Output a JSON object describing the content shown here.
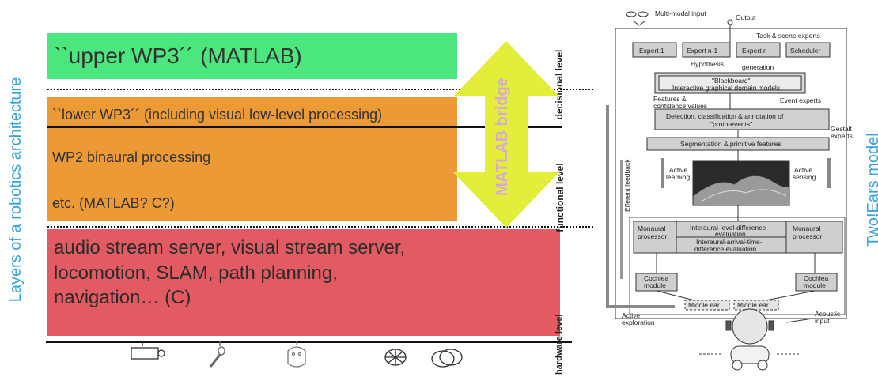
{
  "left_title": "Layers of a robotics architecture",
  "right_title": "Two!Ears model",
  "layers": {
    "upper": "``upper WP3´´   (MATLAB)",
    "lower": "``lower WP3´´ (including visual low-level processing)",
    "wp2": "WP2 binaural processing",
    "etc": "etc.    (MATLAB?   C?)",
    "red_lines": [
      "audio stream server, visual stream server,",
      "locomotion, SLAM, path planning,",
      "navigation…  (C)"
    ]
  },
  "bridge": "MATLAB bridge",
  "levels": {
    "decisional": "decisional level",
    "functional": "functional level",
    "hardware": "hardware level"
  },
  "colors": {
    "title_blue": "#36a3e0",
    "upper_green": "#4ce67e",
    "orange": "#ec9a35",
    "red": "#e35b62",
    "bridge_yellow": "#e2ee3a",
    "bridge_text": "#d8a8d8"
  },
  "hardware_icons": [
    "camera-icon",
    "microphone-icon",
    "robot-head-icon",
    "wheel-icon",
    "disc-icon"
  ],
  "model": {
    "multimodal_input": "Multi-modal input",
    "output": "Output",
    "task_scene": "Task & scene experts",
    "experts": [
      "Expert 1",
      "Expert n-1",
      "Expert n",
      "Scheduler"
    ],
    "hypothesis": "Hypothesis",
    "generation": "generation",
    "blackboard": "\"Blackboard\"",
    "blackboard_sub": "Interactive graphical domain models",
    "features": "Features &",
    "confidence": "confidence values",
    "event_experts": "Event experts",
    "detection": "Detection, classification & annotation of",
    "proto": "\"proto-events\"",
    "gestalt": "Gestalt",
    "gestalt2": "experts",
    "segmentation": "Segmentation & primitive features",
    "efferent": "Efferent feedback",
    "active_learning": "Active",
    "active_learning2": "learning",
    "active_sensing": "Active",
    "active_sensing2": "sensing",
    "monaural_l": "Monaural",
    "monaural_l2": "processor",
    "ild": "Interaural-level-difference",
    "ild2": "evaluation",
    "itd": "Interaural-arrival-time-",
    "itd2": "difference evaluation",
    "monaural_r": "Monaural",
    "monaural_r2": "processor",
    "cochlea_l": "Cochlea",
    "cochlea_l2": "module",
    "cochlea_r": "Cochlea",
    "cochlea_r2": "module",
    "middle_ear_l": "Middle ear",
    "middle_ear_r": "Middle ear",
    "active_exploration": "Active",
    "active_exploration2": "exploration",
    "acoustic": "Acoustic",
    "acoustic2": "input"
  }
}
